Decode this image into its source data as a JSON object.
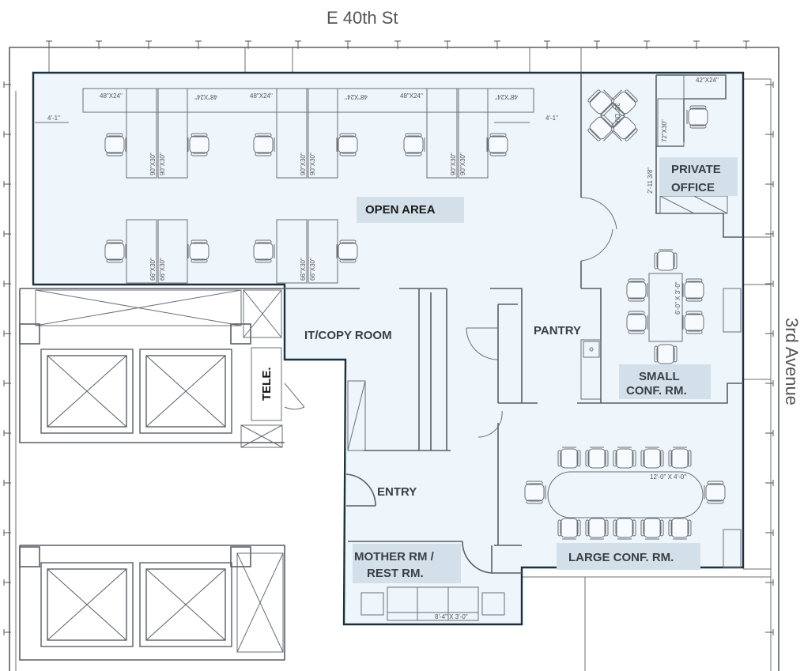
{
  "streets": {
    "north": "E 40th St",
    "east": "3rd Avenue"
  },
  "colors": {
    "suite_fill": "#eef5fb",
    "suite_outline": "#1b3142",
    "label_bg": "#d3e0e9",
    "wall": "#5a5f66"
  },
  "rooms": {
    "open_area": "OPEN AREA",
    "private_office": [
      "PRIVATE",
      "OFFICE"
    ],
    "it_copy": "IT/COPY ROOM",
    "pantry": "PANTRY",
    "tele": "TELE.",
    "small_conf": [
      "SMALL",
      "CONF. RM."
    ],
    "entry": "ENTRY",
    "mother_rm": [
      "MOTHER RM /",
      "REST RM."
    ],
    "large_conf": "LARGE CONF. RM."
  },
  "dimensions": {
    "return_desk": "48\"X24\"",
    "long_desk": "90\"X30\"",
    "short_desk": "66\"X30\"",
    "clearance": "4'-1\"",
    "office_return": "42\"X24\"",
    "office_desk": "72\"X30\"",
    "round_table": "30\" DIA",
    "office_door_clear": "2'-11 3/8\"",
    "small_conf_table": "6'-0\" X 3'-0\"",
    "large_conf_table": "12'-0\" X 4'-0\"",
    "mother_counter": "8'-4\" X 3'-0\""
  }
}
